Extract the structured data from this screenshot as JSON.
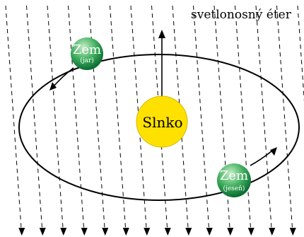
{
  "labels": {
    "ether": "svetlonosný éter",
    "sun": "Slnko",
    "earth_spring": {
      "name": "Zem",
      "season": "(jar)"
    },
    "earth_autumn": {
      "name": "Zem",
      "season": "(jeseň)"
    }
  },
  "colors": {
    "sun": "#ffe100",
    "sun_stroke": "#d4b800",
    "earth_light": "#a6e0a6",
    "earth_dark": "#0a7a3a"
  }
}
